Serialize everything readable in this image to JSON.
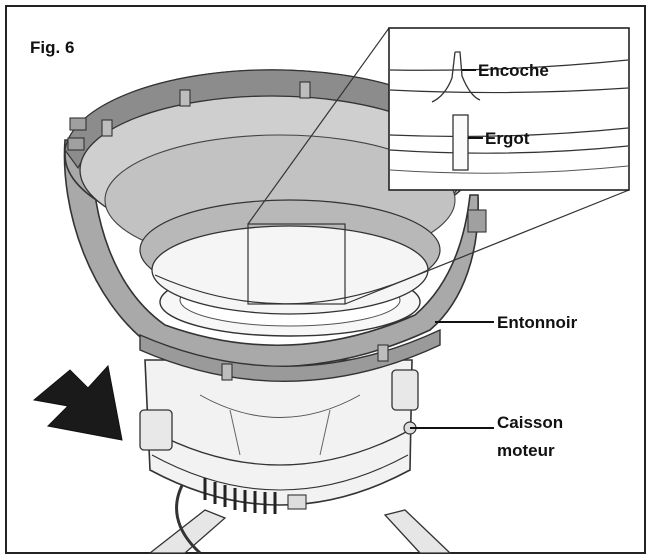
{
  "figure": {
    "label": "Fig. 6",
    "callouts": {
      "notch": "Encoche",
      "lug": "Ergot",
      "funnel": "Entonnoir",
      "motor_line1": "Caisson",
      "motor_line2": "moteur"
    }
  },
  "colors": {
    "frame": "#222222",
    "funnel_fill": "#a9a9a9",
    "funnel_dark": "#8c8c8c",
    "funnel_light": "#cfcfcf",
    "arrow": "#1a1a1a"
  }
}
